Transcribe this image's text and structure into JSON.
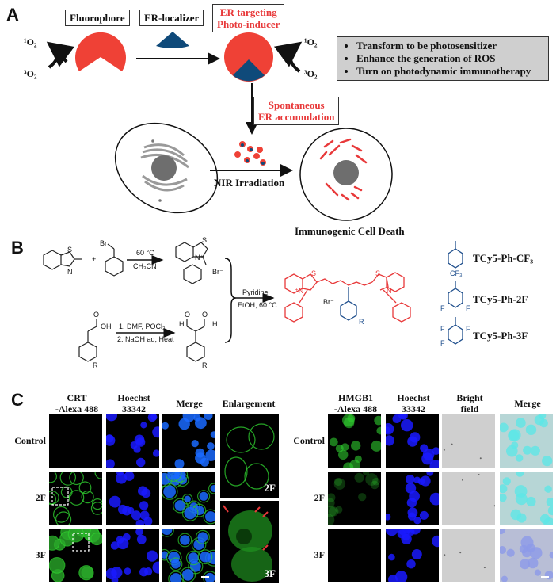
{
  "panelA": {
    "letter": "A",
    "fluorophore_label": "Fluorophore",
    "er_localizer_label": "ER-localizer",
    "photo_inducer_label_line1": "ER targeting",
    "photo_inducer_label_line2": "Photo-inducer",
    "singlet_oxygen_left": "¹O₂",
    "triplet_oxygen_left": "³O₂",
    "singlet_oxygen_right": "¹O₂",
    "triplet_oxygen_right": "³O₂",
    "bullets": [
      "Transform to be photosensitizer",
      "Enhance the  generation of ROS",
      "Turn on photodynamic immunotherapy"
    ],
    "accumulation_line1": "Spontaneous",
    "accumulation_line2": "ER accumulation",
    "irradiation_label": "NIR Irradiation",
    "outcome_label": "Immunogenic Cell Death",
    "colors": {
      "red": "#e8393a",
      "blue": "#0f4a7a",
      "gray": "#6e6e6e",
      "bullet_bg": "#cfcfcf"
    }
  },
  "panelB": {
    "letter": "B",
    "reagent1_atoms": {
      "S": "S",
      "N": "N"
    },
    "plus": "+",
    "benzyl_bromide": "Br",
    "step1_top": "60 °C",
    "step1_bottom": "CH₃CN",
    "salt_atoms": {
      "S": "S",
      "N": "N⁺",
      "Br": "Br⁻"
    },
    "acid_atoms": {
      "O": "O",
      "OH": "OH",
      "R": "R"
    },
    "step2_top": "1. DMF, POCl₃",
    "step2_bottom": "2. NaOH aq, Heat",
    "dialdehyde_atoms": {
      "O1": "O",
      "O2": "O",
      "H1": "H",
      "H2": "H",
      "R": "R"
    },
    "step3_top": "Pyridine",
    "step3_bottom": "EtOH, 60 °C",
    "product_atoms": {
      "S1": "S",
      "S2": "S",
      "N1": "⁺N",
      "N2": "N",
      "Br": "Br⁻",
      "R": "R"
    },
    "substituents": [
      {
        "name": "TCy5-Ph-CF₃",
        "group": "CF₃"
      },
      {
        "name": "TCy5-Ph-2F",
        "group_left": "F",
        "group_right": "F"
      },
      {
        "name": "TCy5-Ph-3F",
        "group_tl": "F",
        "group_tr": "F",
        "group_bl": "F"
      }
    ]
  },
  "panelC": {
    "letter": "C",
    "left_headers": [
      "CRT\n-Alexa 488",
      "Hoechst\n33342",
      "Merge",
      "Enlargement"
    ],
    "right_headers": [
      "HMGB1\n-Alexa 488",
      "Hoechst\n33342",
      "Bright\nfield",
      "Merge"
    ],
    "row_labels": [
      "Control",
      "2F",
      "3F"
    ],
    "enlargement_tags": [
      "2F",
      "3F"
    ],
    "colors": {
      "green": "#2ecc2e",
      "blue": "#1a1aff",
      "brightfield": "#c8c8c8"
    }
  }
}
